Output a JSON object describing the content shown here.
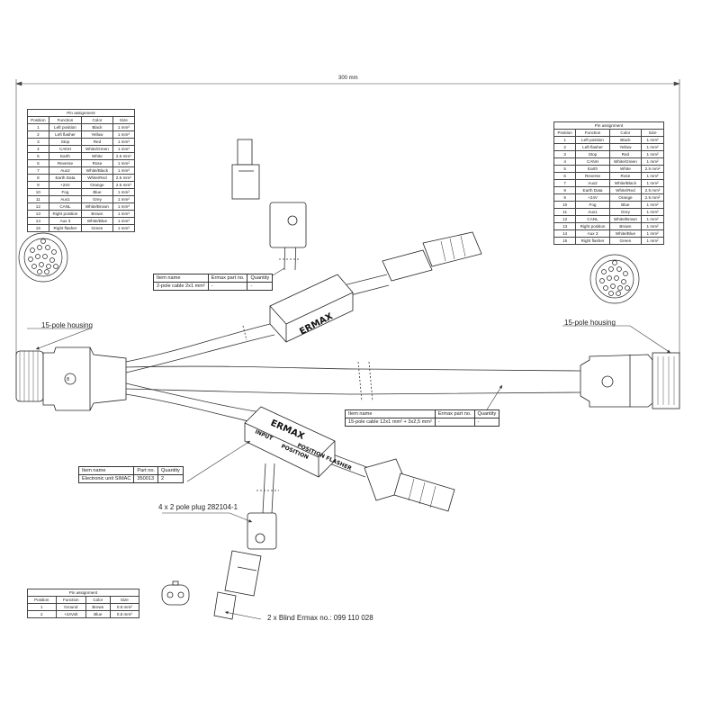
{
  "dimension": "300 mm",
  "labels": {
    "housing_left": "15-pole housing",
    "housing_right": "15-pole housing",
    "plug": "4 x 2 pole plug 282104-1",
    "blind": "2 x Blind Ermax no.: 099 110 028"
  },
  "box_text": {
    "brand": "ERMAX",
    "input": "INPUT",
    "position": "POSITION",
    "position_flasher": "POSITION FLASHER",
    "connector_mark": "8"
  },
  "pin_table": {
    "caption": "Pin assignment",
    "headers": [
      "Position",
      "Function",
      "Color",
      "Size"
    ],
    "rows_left": [
      [
        "1",
        "Left position",
        "Black",
        "1 mm²"
      ],
      [
        "2",
        "Left flasher",
        "Yellow",
        "1 mm²"
      ],
      [
        "3",
        "Stop",
        "Red",
        "1 mm²"
      ],
      [
        "4",
        "CANH",
        "White/Green",
        "1 mm²"
      ],
      [
        "5",
        "Earth",
        "White",
        "2.5 mm²"
      ],
      [
        "6",
        "Reverse",
        "Rose",
        "1 mm²"
      ],
      [
        "7",
        "Aux2",
        "White/Black",
        "1 mm²"
      ],
      [
        "8",
        "Earth Data",
        "White/Red",
        "2.5 mm²"
      ],
      [
        "9",
        "+24V",
        "Orange",
        "2.5 mm²"
      ],
      [
        "10",
        "Fog",
        "Blue",
        "1 mm²"
      ],
      [
        "11",
        "Aux1",
        "Grey",
        "1 mm²"
      ],
      [
        "12",
        "CANL",
        "White/Brown",
        "1 mm²"
      ],
      [
        "13",
        "Right position",
        "Brown",
        "1 mm²"
      ],
      [
        "14",
        "Aux 3",
        "White/Blue",
        "1 mm²"
      ],
      [
        "15",
        "Right flasher",
        "Green",
        "1 mm²"
      ]
    ],
    "rows_right": [
      [
        "1",
        "Left position",
        "Black",
        "1 mm²"
      ],
      [
        "2",
        "Left flasher",
        "Yellow",
        "1 mm²"
      ],
      [
        "3",
        "Stop",
        "Red",
        "1 mm²"
      ],
      [
        "4",
        "CANH",
        "White/Green",
        "1 mm²"
      ],
      [
        "5",
        "Earth",
        "White",
        "2.5 mm²"
      ],
      [
        "6",
        "Reverse",
        "Rose",
        "1 mm²"
      ],
      [
        "7",
        "Aux2",
        "White/Black",
        "1 mm²"
      ],
      [
        "8",
        "Earth Data",
        "White/Red",
        "2.5 mm²"
      ],
      [
        "9",
        "+24V",
        "Orange",
        "2.5 mm²"
      ],
      [
        "10",
        "Fog",
        "Blue",
        "1 mm²"
      ],
      [
        "11",
        "Aux1",
        "Grey",
        "1 mm²"
      ],
      [
        "12",
        "CANL",
        "White/Brown",
        "1 mm²"
      ],
      [
        "13",
        "Right position",
        "Brown",
        "1 mm²"
      ],
      [
        "14",
        "Aux 3",
        "White/Blue",
        "1 mm²"
      ],
      [
        "15",
        "Right flasher",
        "Green",
        "1 mm²"
      ]
    ]
  },
  "pin_table_small": {
    "caption": "Pin assignment",
    "headers": [
      "Position",
      "Function",
      "Color",
      "Size"
    ],
    "rows": [
      [
        "1",
        "Ground",
        "Brown",
        "0.5 mm²"
      ],
      [
        "2",
        "+24Volt",
        "Blue",
        "0.5 mm²"
      ]
    ]
  },
  "item_cable2": {
    "headers": [
      "Item name",
      "Ermax part no.",
      "Quantity"
    ],
    "row": [
      "2-pole cable 2x1 mm²",
      "-",
      "-"
    ]
  },
  "item_cable15": {
    "headers": [
      "Item name",
      "Ermax part no.",
      "Quantity"
    ],
    "row": [
      "15-pole cable 12x1 mm² + 3x2,5 mm²",
      "-",
      "-"
    ]
  },
  "item_electronic": {
    "headers": [
      "Item name",
      "Part no.",
      "Quantity"
    ],
    "row": [
      "Electronic unit SIMAC",
      "350013",
      "2"
    ]
  }
}
